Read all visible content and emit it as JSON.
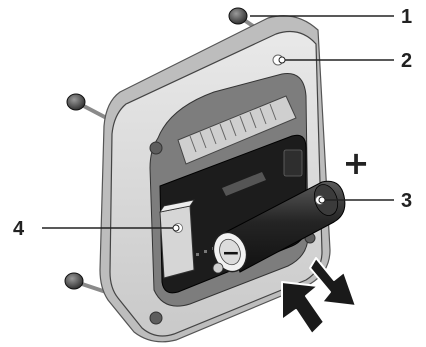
{
  "callouts": [
    {
      "number": "1",
      "part": "mounting-screws"
    },
    {
      "number": "2",
      "part": "housing"
    },
    {
      "number": "3",
      "part": "battery"
    },
    {
      "number": "4",
      "part": "electronics-module"
    }
  ],
  "polarity": {
    "positive": "+",
    "negative": "−"
  },
  "colors": {
    "line": "#222222",
    "housing": "#d8d8d8",
    "housing_shadow": "#a9a9a9",
    "dark_interior": "#1c1c1c",
    "battery": "#2a2a2a",
    "battery_cap": "#f2f2f2",
    "terminal_block": "#cfcfcf",
    "arrow": "#1a1a1a"
  }
}
